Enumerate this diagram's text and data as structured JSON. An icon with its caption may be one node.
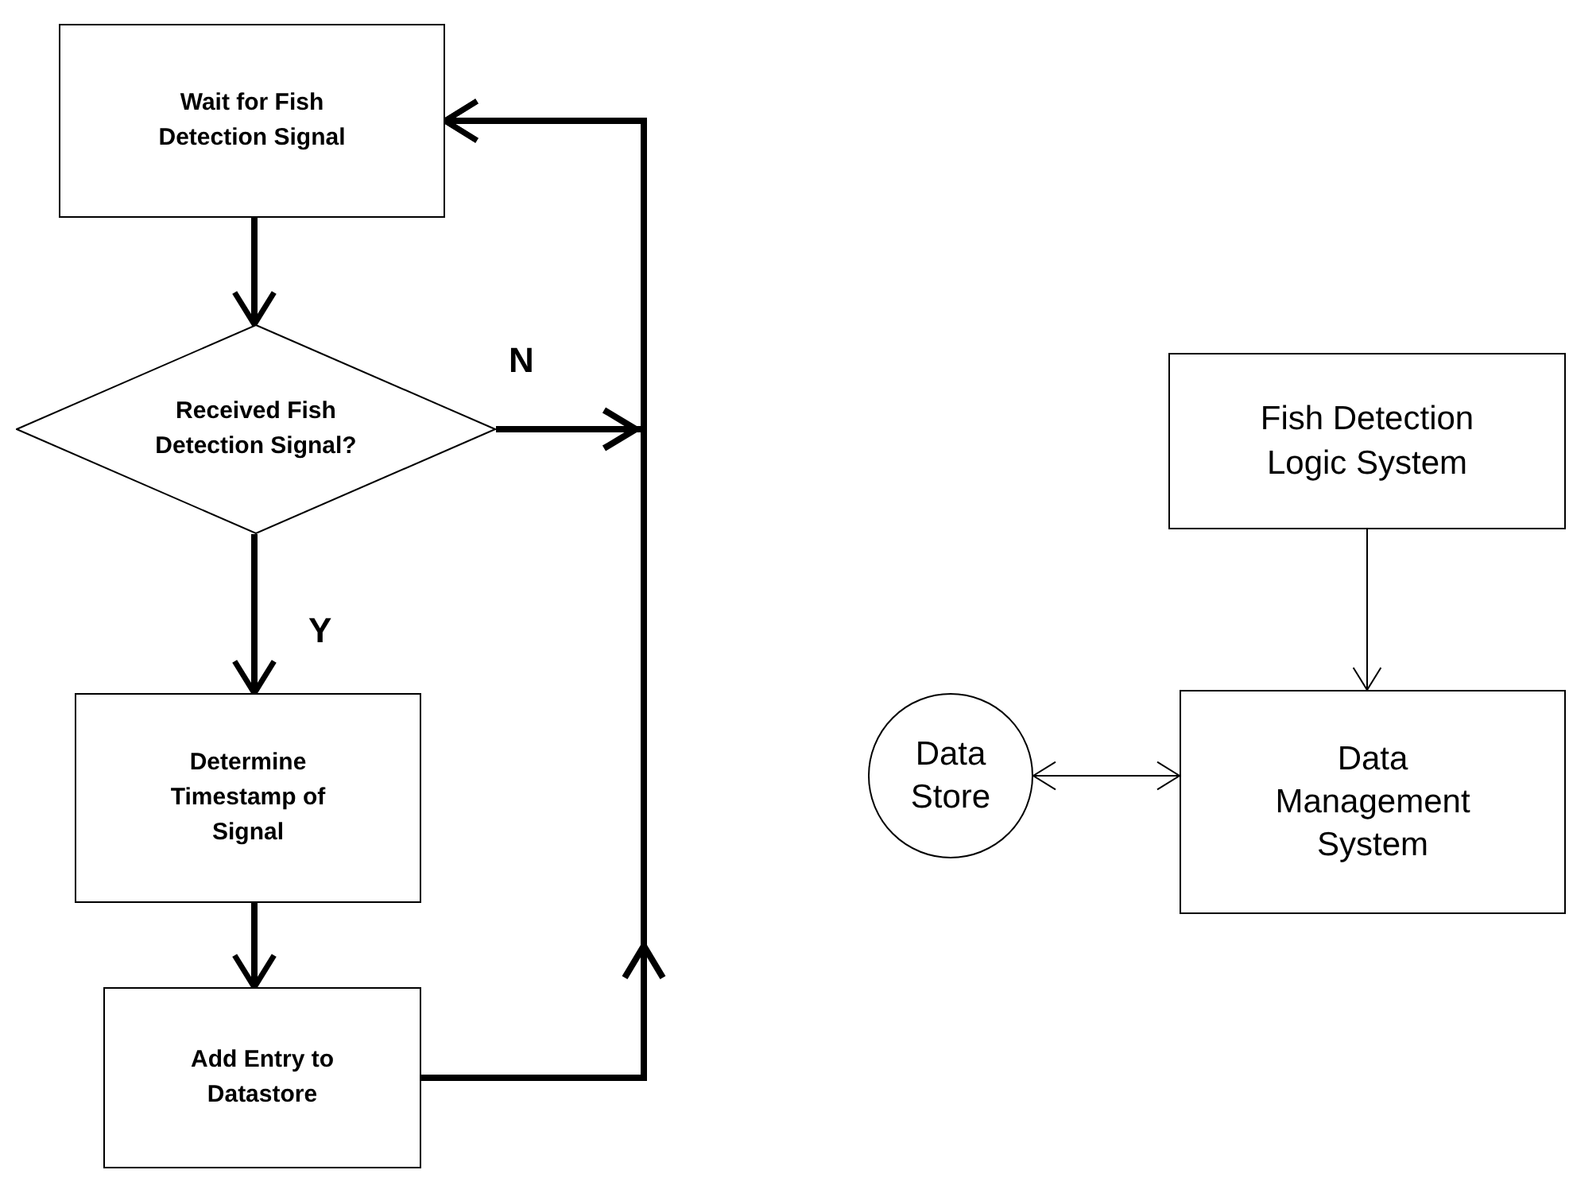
{
  "diagram": {
    "nodes": [
      {
        "text": [
          "Wait for Fish Detection Signal"
        ]
      },
      {
        "text": [
          "Received Fish Detection Signal?"
        ]
      },
      {
        "text": [
          "Determine Timestamp of Signal"
        ]
      },
      {
        "text": [
          "Add Entry to Datastore"
        ]
      },
      {
        "text": [
          "Fish Detection Logic System"
        ]
      },
      {
        "text": [
          "Data Management System"
        ]
      },
      {
        "text": [
          "Data Store"
        ]
      }
    ],
    "edges": [
      {
        "from": 0,
        "to": 1,
        "arrow": "to"
      },
      {
        "from": 1,
        "to": 0,
        "arrow": "to",
        "label": "N"
      },
      {
        "from": 1,
        "to": 2,
        "arrow": "to",
        "label": "Y"
      },
      {
        "from": 2,
        "to": 3,
        "arrow": "to"
      },
      {
        "from": 3,
        "to": 0,
        "arrow": "to"
      },
      {
        "from": 4,
        "to": 5,
        "arrow": "to"
      },
      {
        "from": 6,
        "to": 5,
        "arrow": "both"
      }
    ]
  }
}
